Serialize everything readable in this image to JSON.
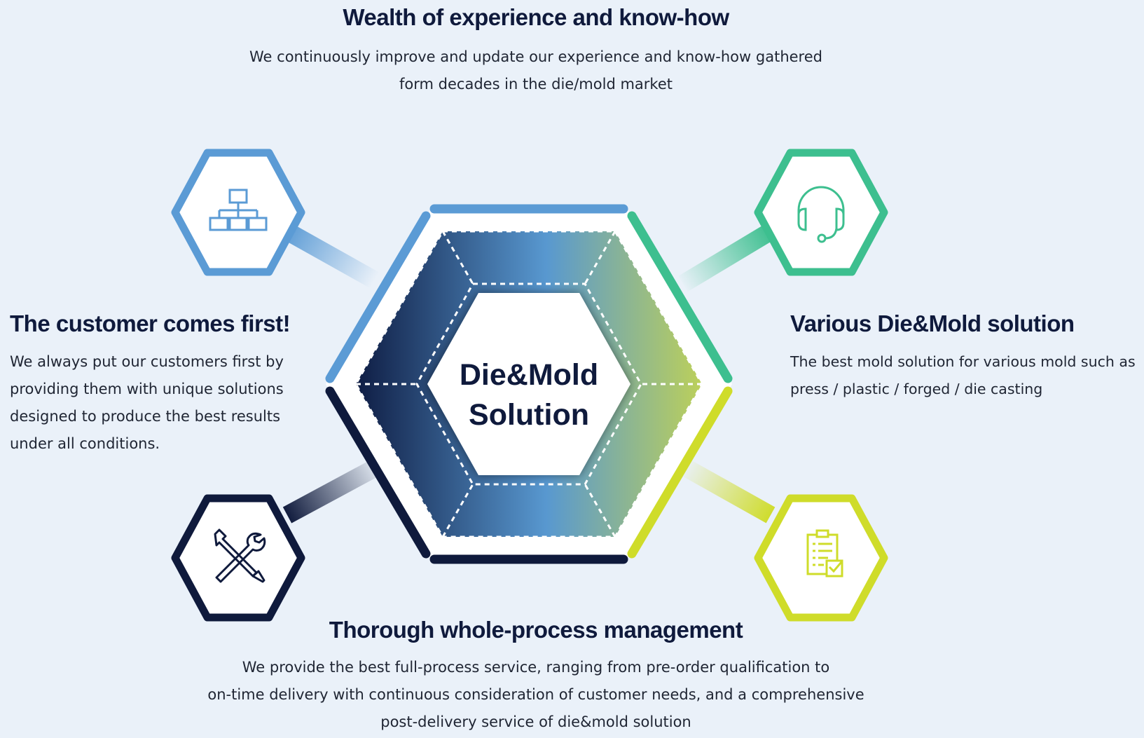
{
  "center": {
    "line1": "Die&Mold",
    "line2": "Solution"
  },
  "top": {
    "heading": "Wealth of experience and know-how",
    "lines": [
      "We continuously improve and update our experience and know-how gathered",
      "form decades in the die/mold market"
    ]
  },
  "left": {
    "heading": "The customer comes first!",
    "lines": [
      "We always put our customers first by",
      "providing them with unique solutions",
      "designed to produce the best results",
      "under all conditions."
    ]
  },
  "right": {
    "heading": "Various Die&Mold solution",
    "lines": [
      "The best mold solution for various mold such as",
      "press / plastic / forged / die casting"
    ]
  },
  "bottom": {
    "heading": "Thorough whole-process management",
    "lines": [
      "We provide the best full-process service, ranging from pre-order qualification to",
      "on-time delivery with continuous consideration of customer needs, and a comprehensive",
      "post-delivery service of die&mold solution"
    ]
  },
  "icons": {
    "top_left": "org-chart-icon",
    "top_right": "headset-icon",
    "bottom_left": "tools-icon",
    "bottom_right": "checklist-icon"
  },
  "colors": {
    "background": "#eaf1f9",
    "blue": "#5b9bd5",
    "green": "#3dbf8f",
    "navy": "#0f1a3c",
    "lime": "#cfdc2a"
  }
}
